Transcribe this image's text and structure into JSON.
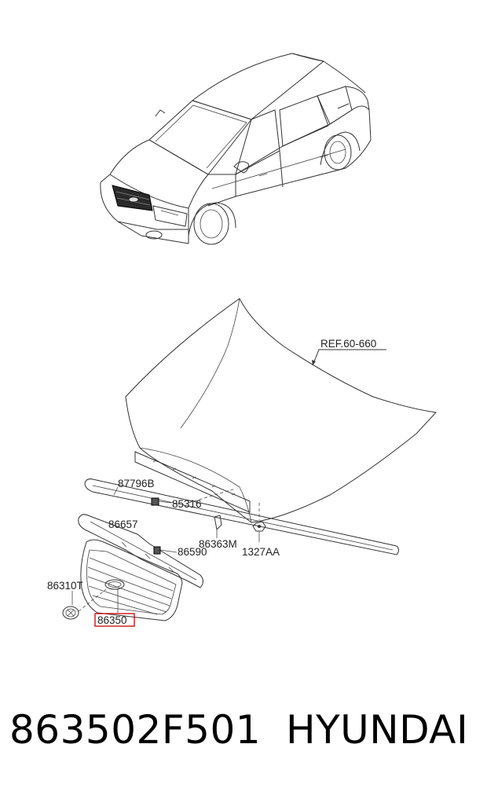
{
  "diagram": {
    "ref_label": "REF.60-660",
    "callouts": {
      "strip": "87796B",
      "clip_a": "85316",
      "bracket": "86657",
      "clip_b": "86590",
      "mark": "86363M",
      "nut": "1327AA",
      "emblem": "86310T",
      "grille": "86350"
    },
    "highlight_color": "#cc0000"
  },
  "footer": {
    "part_number": "863502F501",
    "brand": "HYUNDAI"
  }
}
